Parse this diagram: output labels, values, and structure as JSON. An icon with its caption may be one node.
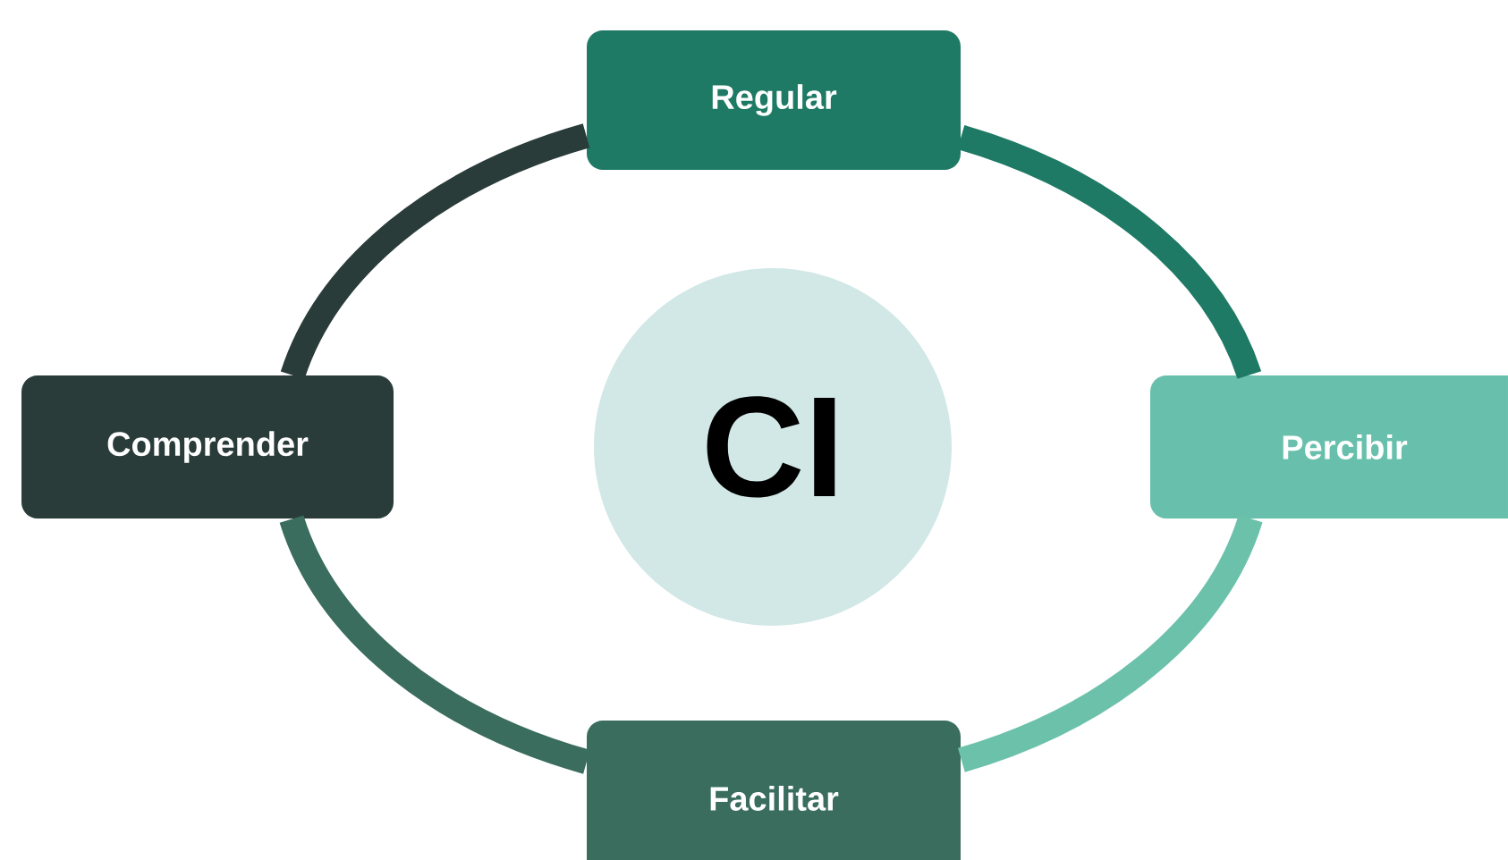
{
  "diagram": {
    "nodes": [
      {
        "text": [
          "Regular"
        ]
      },
      {
        "text": [
          "Comprender"
        ]
      },
      {
        "text": [
          "CI"
        ]
      },
      {
        "text": [
          "Percibir"
        ]
      },
      {
        "text": [
          "Facilitar"
        ]
      }
    ],
    "edges": [
      {
        "from": 0,
        "to": 3,
        "arrow": "none",
        "color": "#1e7a64"
      },
      {
        "from": 3,
        "to": 4,
        "arrow": "none",
        "color": "#6cc1ab"
      },
      {
        "from": 4,
        "to": 1,
        "arrow": "none",
        "color": "#3a6d5e"
      },
      {
        "from": 1,
        "to": 0,
        "arrow": "none",
        "color": "#2a3c39"
      }
    ]
  }
}
